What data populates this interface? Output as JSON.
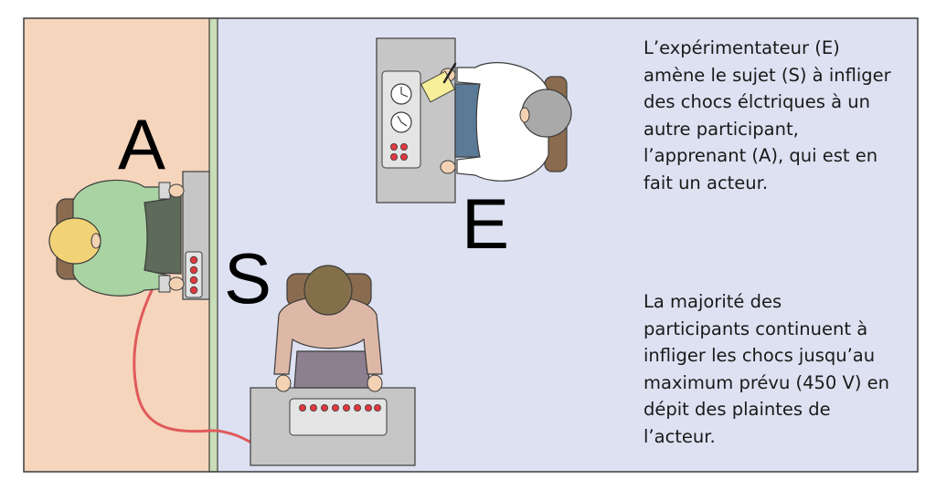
{
  "labels": {
    "learner": "A",
    "experimenter": "E",
    "subject": "S"
  },
  "captions": {
    "first": "L’expérimentateur (E)\namène le sujet (S) à infliger\ndes chocs élctriques à un\nautre participant,\nl’apprenant (A), qui est en\nfait un acteur.",
    "second": "La majorité des\nparticipants continuent à\ninfliger les chocs jusqu’au\nmaximum prévu (450 V) en\ndépit des plaintes de\nl’acteur."
  },
  "colors": {
    "learner_room": "#f5d5bc",
    "main_room": "#dde1f1",
    "wall": "#c8ddb8",
    "desk": "#c6c6c6",
    "panel": "#e4e4e4",
    "button": "#e0393f",
    "cable": "#e05a5a",
    "learner_shirt": "#a9d3a2",
    "subject_shirt": "#ddb8a6",
    "experimenter_coat": "#ffffff",
    "experimenter_pants": "#5b7a97",
    "note": "#f7ef9a"
  },
  "icons": [
    "clock-icon",
    "clock-icon",
    "person-icon"
  ]
}
